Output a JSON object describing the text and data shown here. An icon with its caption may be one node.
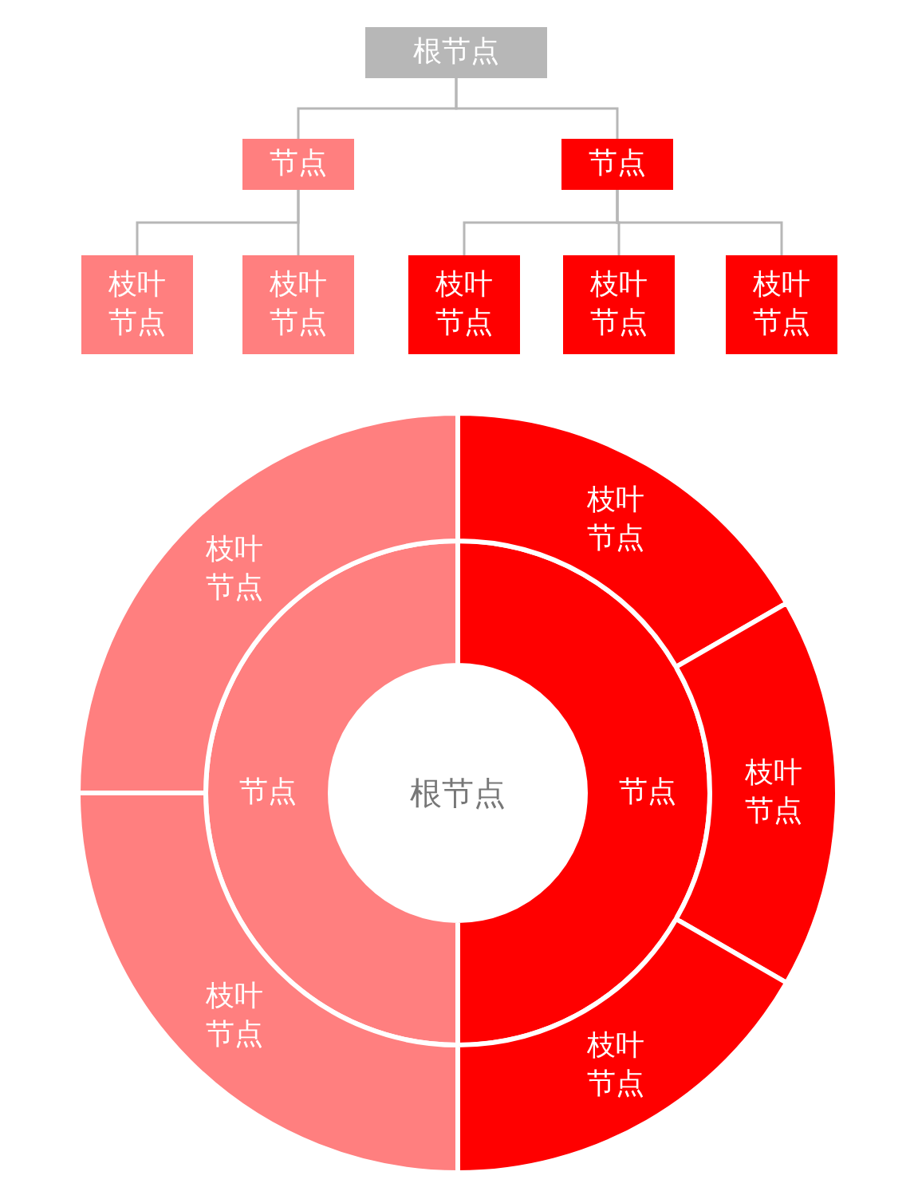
{
  "diagram": {
    "nodes": [
      {
        "text": [
          "根节点"
        ]
      },
      {
        "text": [
          "节点"
        ]
      },
      {
        "text": [
          "节点"
        ]
      },
      {
        "text": [
          "枝叶节点"
        ]
      },
      {
        "text": [
          "枝叶节点"
        ]
      },
      {
        "text": [
          "枝叶节点"
        ]
      },
      {
        "text": [
          "枝叶节点"
        ]
      },
      {
        "text": [
          "枝叶节点"
        ]
      },
      {
        "text": [
          "根节点"
        ]
      },
      {
        "text": [
          "节点"
        ]
      },
      {
        "text": [
          "节点"
        ]
      },
      {
        "text": [
          "枝叶节点"
        ]
      },
      {
        "text": [
          "枝叶节点"
        ]
      },
      {
        "text": [
          "枝叶节点"
        ]
      },
      {
        "text": [
          "枝叶节点"
        ]
      },
      {
        "text": [
          "枝叶节点"
        ]
      }
    ],
    "edges": [
      {
        "from": 0,
        "to": 1,
        "arrow": "none"
      },
      {
        "from": 0,
        "to": 2,
        "arrow": "none"
      },
      {
        "from": 1,
        "to": 3,
        "arrow": "none"
      },
      {
        "from": 1,
        "to": 4,
        "arrow": "none"
      },
      {
        "from": 2,
        "to": 5,
        "arrow": "none"
      },
      {
        "from": 2,
        "to": 6,
        "arrow": "none"
      },
      {
        "from": 2,
        "to": 7,
        "arrow": "none"
      }
    ]
  }
}
